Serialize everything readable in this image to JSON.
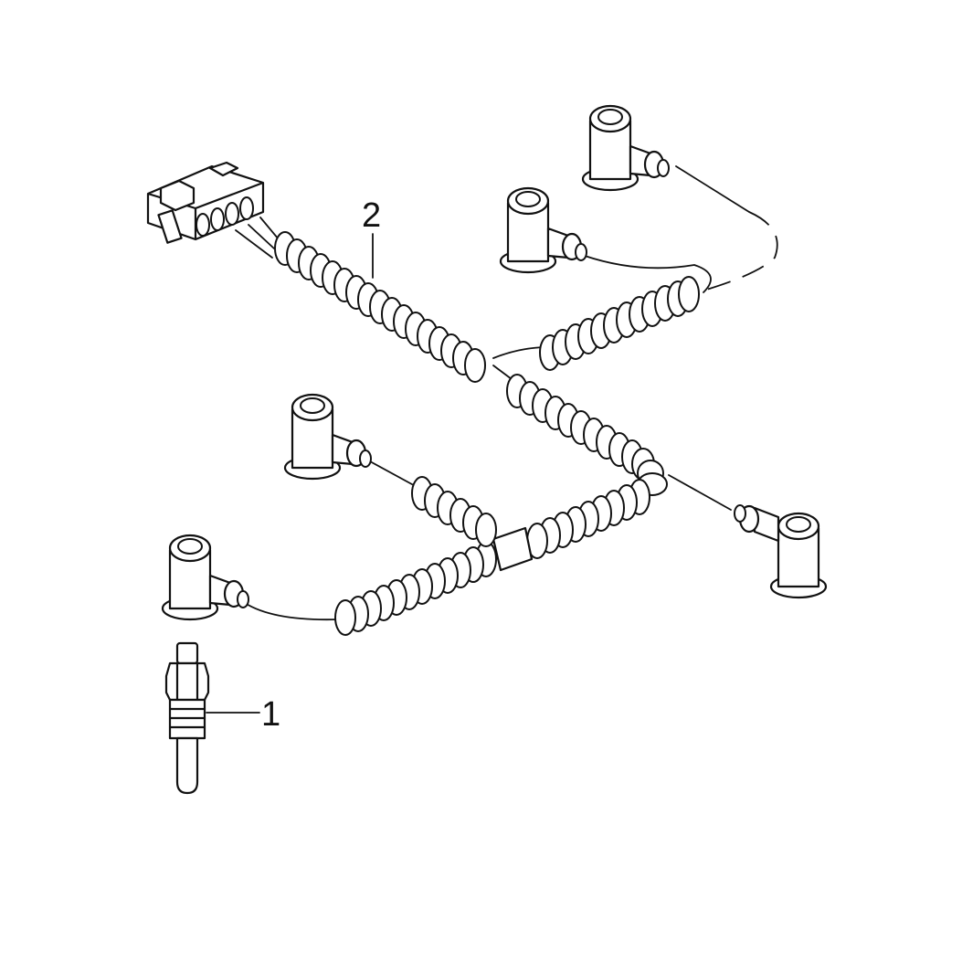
{
  "diagram": {
    "callouts": [
      {
        "id": "1",
        "label": "1",
        "part": "glow-plug"
      },
      {
        "id": "2",
        "label": "2",
        "part": "wiring-harness"
      }
    ],
    "colors": {
      "line": "#111111",
      "background": "#ffffff"
    }
  }
}
